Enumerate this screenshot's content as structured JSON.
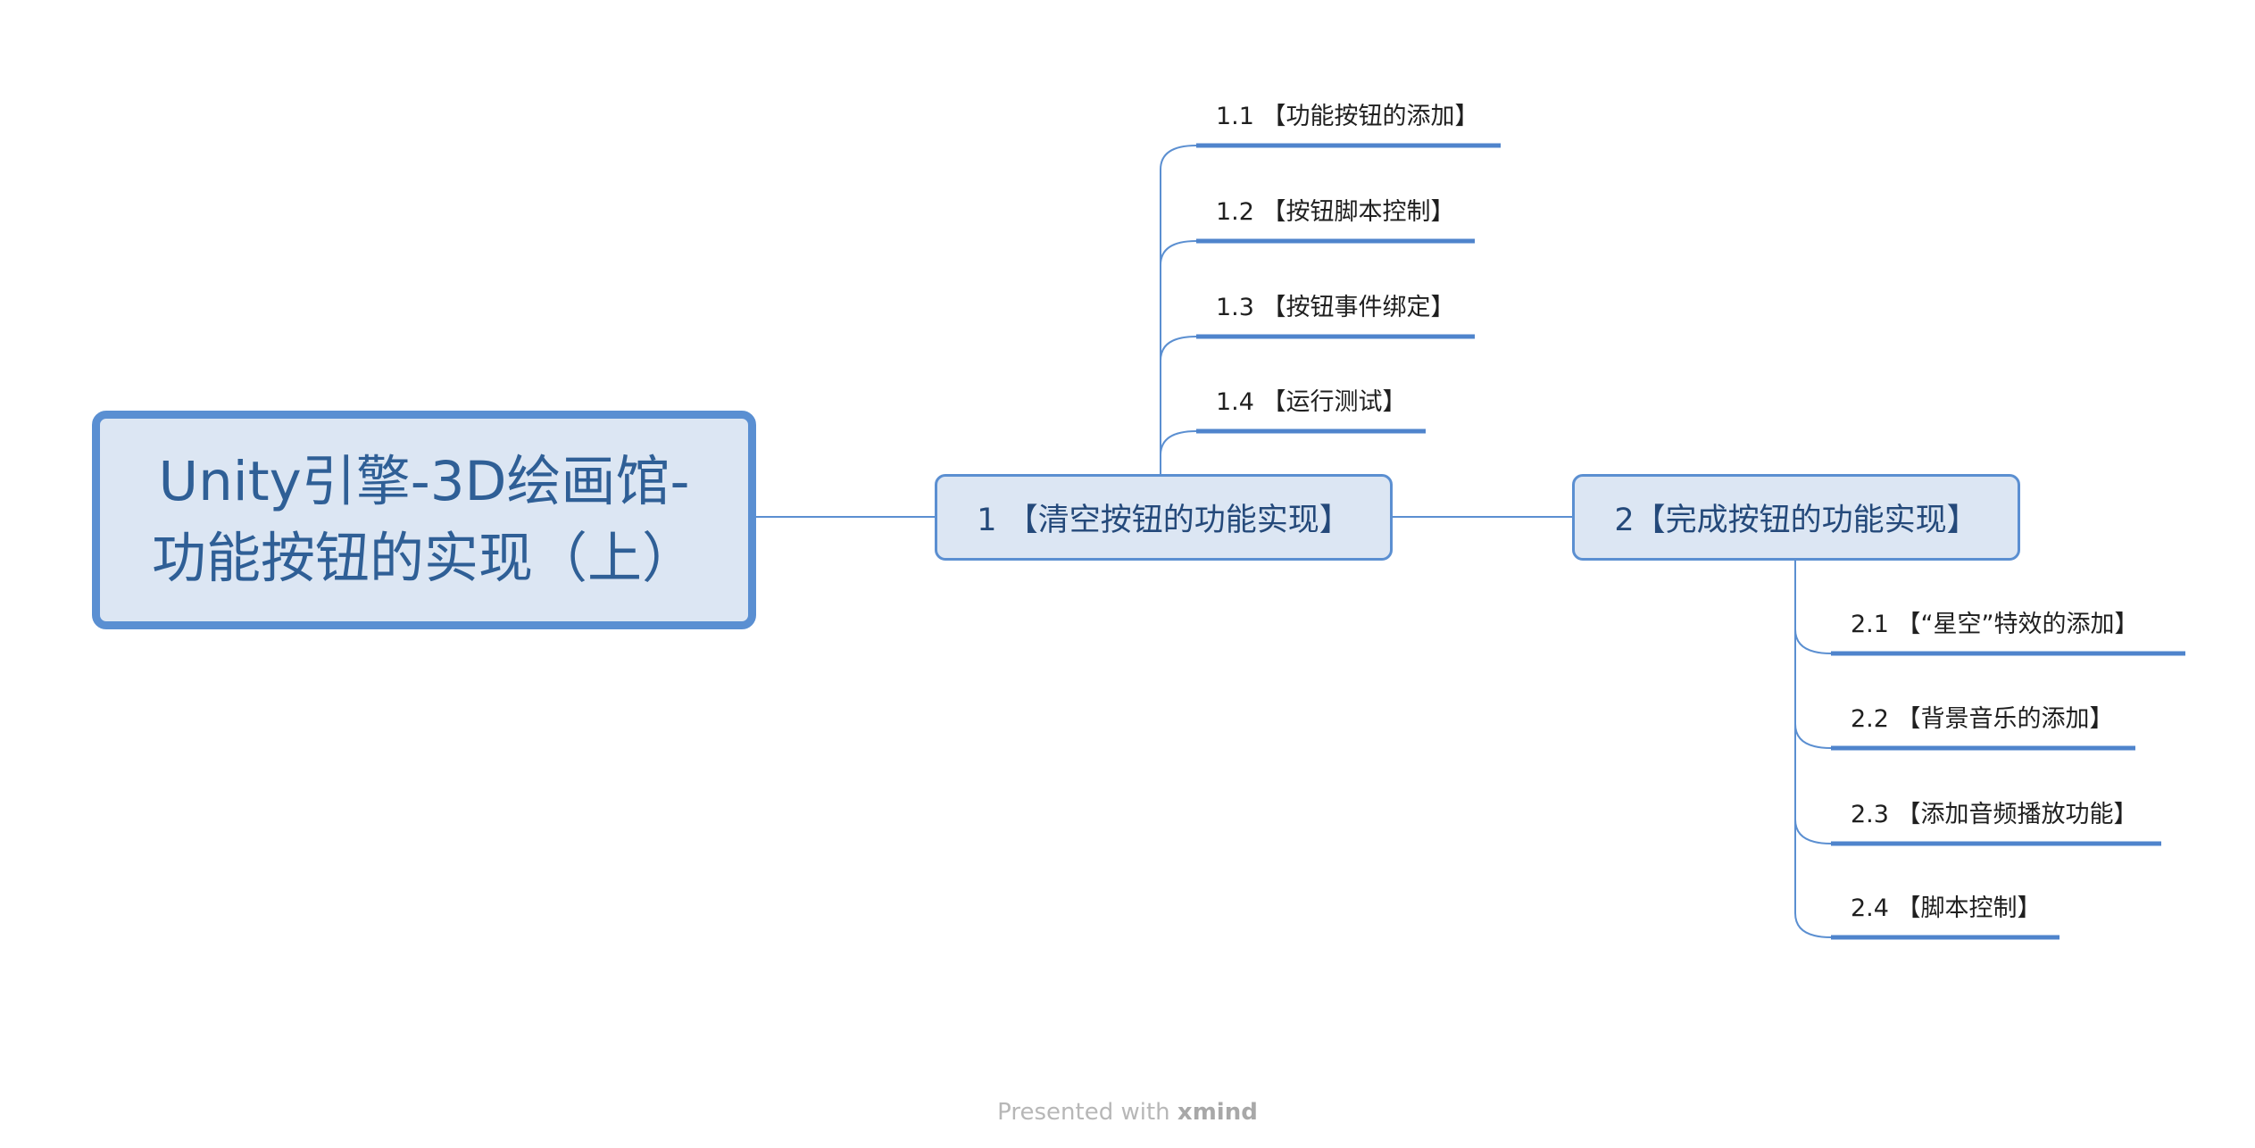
{
  "mindmap": {
    "root": {
      "title_line1": "Unity引擎-3D绘画馆-",
      "title_line2": "功能按钮的实现（上）"
    },
    "branches": [
      {
        "label": "1 【清空按钮的功能实现】",
        "children": [
          "1.1 【功能按钮的添加】",
          "1.2 【按钮脚本控制】",
          "1.3 【按钮事件绑定】",
          "1.4 【运行测试】"
        ]
      },
      {
        "label": "2【完成按钮的功能实现】",
        "children": [
          "2.1 【“星空”特效的添加】",
          "2.2 【背景音乐的添加】",
          "2.3 【添加音频播放功能】",
          "2.4 【脚本控制】"
        ]
      }
    ]
  },
  "footer": {
    "presented_with": "Presented with",
    "brand": "xmind"
  },
  "colors": {
    "node_fill": "#dce6f3",
    "node_border": "#5b8fd1",
    "connector": "#5b8fd1",
    "leaf_underline": "#4f84cc",
    "root_text": "#2f5f96"
  }
}
